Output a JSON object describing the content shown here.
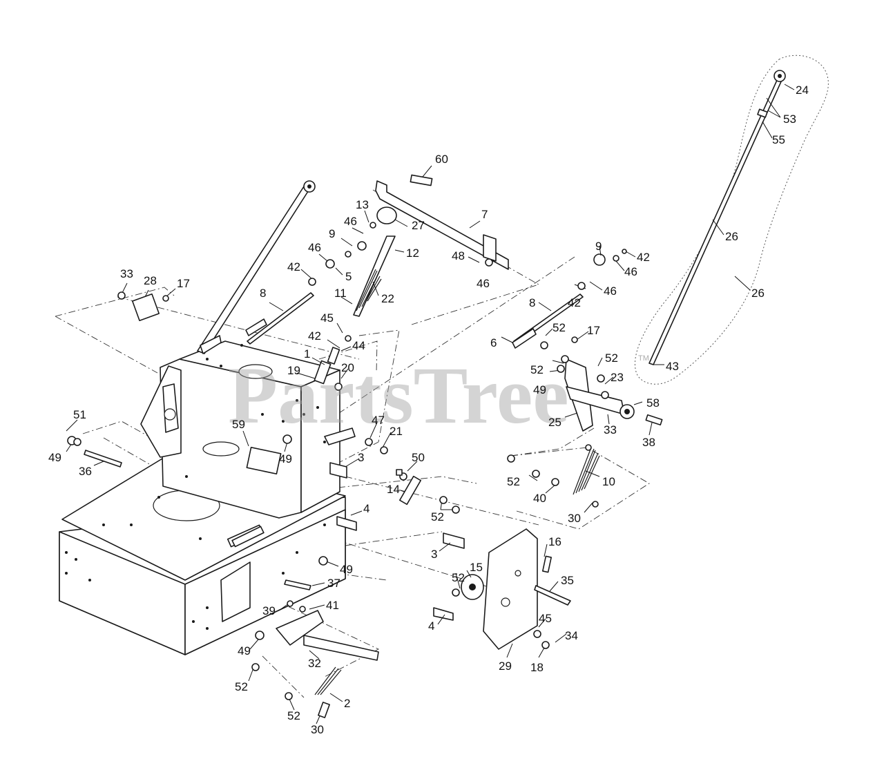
{
  "watermark": {
    "text": "PartsTree",
    "trademark": "TM"
  },
  "callouts": [
    {
      "id": "c60",
      "label": "60"
    },
    {
      "id": "c7",
      "label": "7"
    },
    {
      "id": "c13",
      "label": "13"
    },
    {
      "id": "c46a",
      "label": "46"
    },
    {
      "id": "c27",
      "label": "27"
    },
    {
      "id": "c9a",
      "label": "9"
    },
    {
      "id": "c12",
      "label": "12"
    },
    {
      "id": "c48",
      "label": "48"
    },
    {
      "id": "c46b",
      "label": "46"
    },
    {
      "id": "c46c",
      "label": "46"
    },
    {
      "id": "c5",
      "label": "5"
    },
    {
      "id": "c42a",
      "label": "42"
    },
    {
      "id": "c33a",
      "label": "33"
    },
    {
      "id": "c28",
      "label": "28"
    },
    {
      "id": "c17a",
      "label": "17"
    },
    {
      "id": "c8a",
      "label": "8"
    },
    {
      "id": "c11",
      "label": "11"
    },
    {
      "id": "c22",
      "label": "22"
    },
    {
      "id": "c45a",
      "label": "45"
    },
    {
      "id": "c42b",
      "label": "42"
    },
    {
      "id": "c44",
      "label": "44"
    },
    {
      "id": "c1",
      "label": "1"
    },
    {
      "id": "c19",
      "label": "19"
    },
    {
      "id": "c20",
      "label": "20"
    },
    {
      "id": "c24",
      "label": "24"
    },
    {
      "id": "c53",
      "label": "53"
    },
    {
      "id": "c55",
      "label": "55"
    },
    {
      "id": "c26a",
      "label": "26"
    },
    {
      "id": "c26b",
      "label": "26"
    },
    {
      "id": "c9b",
      "label": "9"
    },
    {
      "id": "c42c",
      "label": "42"
    },
    {
      "id": "c46d",
      "label": "46"
    },
    {
      "id": "c46e",
      "label": "46"
    },
    {
      "id": "c42d",
      "label": "42"
    },
    {
      "id": "c8b",
      "label": "8"
    },
    {
      "id": "c6",
      "label": "6"
    },
    {
      "id": "c52a",
      "label": "52"
    },
    {
      "id": "c17b",
      "label": "17"
    },
    {
      "id": "c52b",
      "label": "52"
    },
    {
      "id": "c52c",
      "label": "52"
    },
    {
      "id": "c49a",
      "label": "49"
    },
    {
      "id": "c23",
      "label": "23"
    },
    {
      "id": "c43",
      "label": "43"
    },
    {
      "id": "c58",
      "label": "58"
    },
    {
      "id": "c25",
      "label": "25"
    },
    {
      "id": "c33b",
      "label": "33"
    },
    {
      "id": "c38",
      "label": "38"
    },
    {
      "id": "c51",
      "label": "51"
    },
    {
      "id": "c49b",
      "label": "49"
    },
    {
      "id": "c36",
      "label": "36"
    },
    {
      "id": "c59",
      "label": "59"
    },
    {
      "id": "c49c",
      "label": "49"
    },
    {
      "id": "c47",
      "label": "47"
    },
    {
      "id": "c21",
      "label": "21"
    },
    {
      "id": "c3a",
      "label": "3"
    },
    {
      "id": "c50",
      "label": "50"
    },
    {
      "id": "c14",
      "label": "14"
    },
    {
      "id": "c52d",
      "label": "52"
    },
    {
      "id": "c52e",
      "label": "52"
    },
    {
      "id": "c40",
      "label": "40"
    },
    {
      "id": "c10",
      "label": "10"
    },
    {
      "id": "c30a",
      "label": "30"
    },
    {
      "id": "c4a",
      "label": "4"
    },
    {
      "id": "c16",
      "label": "16"
    },
    {
      "id": "c3b",
      "label": "3"
    },
    {
      "id": "c35",
      "label": "35"
    },
    {
      "id": "c52f",
      "label": "52"
    },
    {
      "id": "c15",
      "label": "15"
    },
    {
      "id": "c49d",
      "label": "49"
    },
    {
      "id": "c37",
      "label": "37"
    },
    {
      "id": "c39",
      "label": "39"
    },
    {
      "id": "c41",
      "label": "41"
    },
    {
      "id": "c4b",
      "label": "4"
    },
    {
      "id": "c45b",
      "label": "45"
    },
    {
      "id": "c34",
      "label": "34"
    },
    {
      "id": "c18",
      "label": "18"
    },
    {
      "id": "c29",
      "label": "29"
    },
    {
      "id": "c49e",
      "label": "49"
    },
    {
      "id": "c32",
      "label": "32"
    },
    {
      "id": "c52g",
      "label": "52"
    },
    {
      "id": "c2",
      "label": "2"
    },
    {
      "id": "c52h",
      "label": "52"
    },
    {
      "id": "c30b",
      "label": "30"
    }
  ]
}
